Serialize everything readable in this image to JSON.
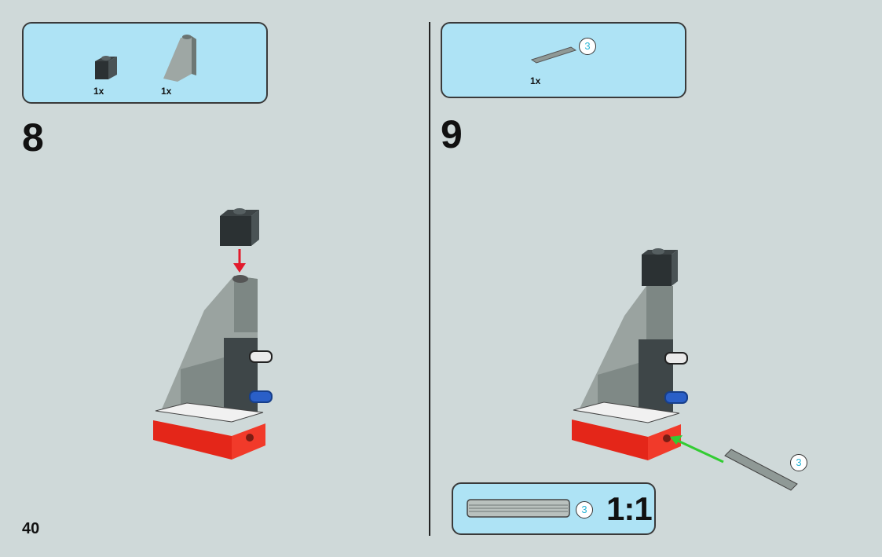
{
  "page": {
    "number": "40"
  },
  "steps": [
    {
      "number": "8",
      "parts": [
        {
          "name": "brick-1x1-dark-grey",
          "qty": "1x"
        },
        {
          "name": "slope-light-grey",
          "qty": "1x"
        }
      ]
    },
    {
      "number": "9",
      "parts": [
        {
          "name": "axle-length-3",
          "qty": "1x",
          "length": "3"
        }
      ],
      "callout_length": "3",
      "scale_check": {
        "length": "3",
        "ratio": "1:1"
      }
    }
  ],
  "colors": {
    "panel_bg": "#aee3f5",
    "page_bg": "#cfd9d9",
    "red_arrow": "#e21a2c",
    "green_arrow": "#33cc33",
    "badge_text": "#2ab6d6"
  }
}
